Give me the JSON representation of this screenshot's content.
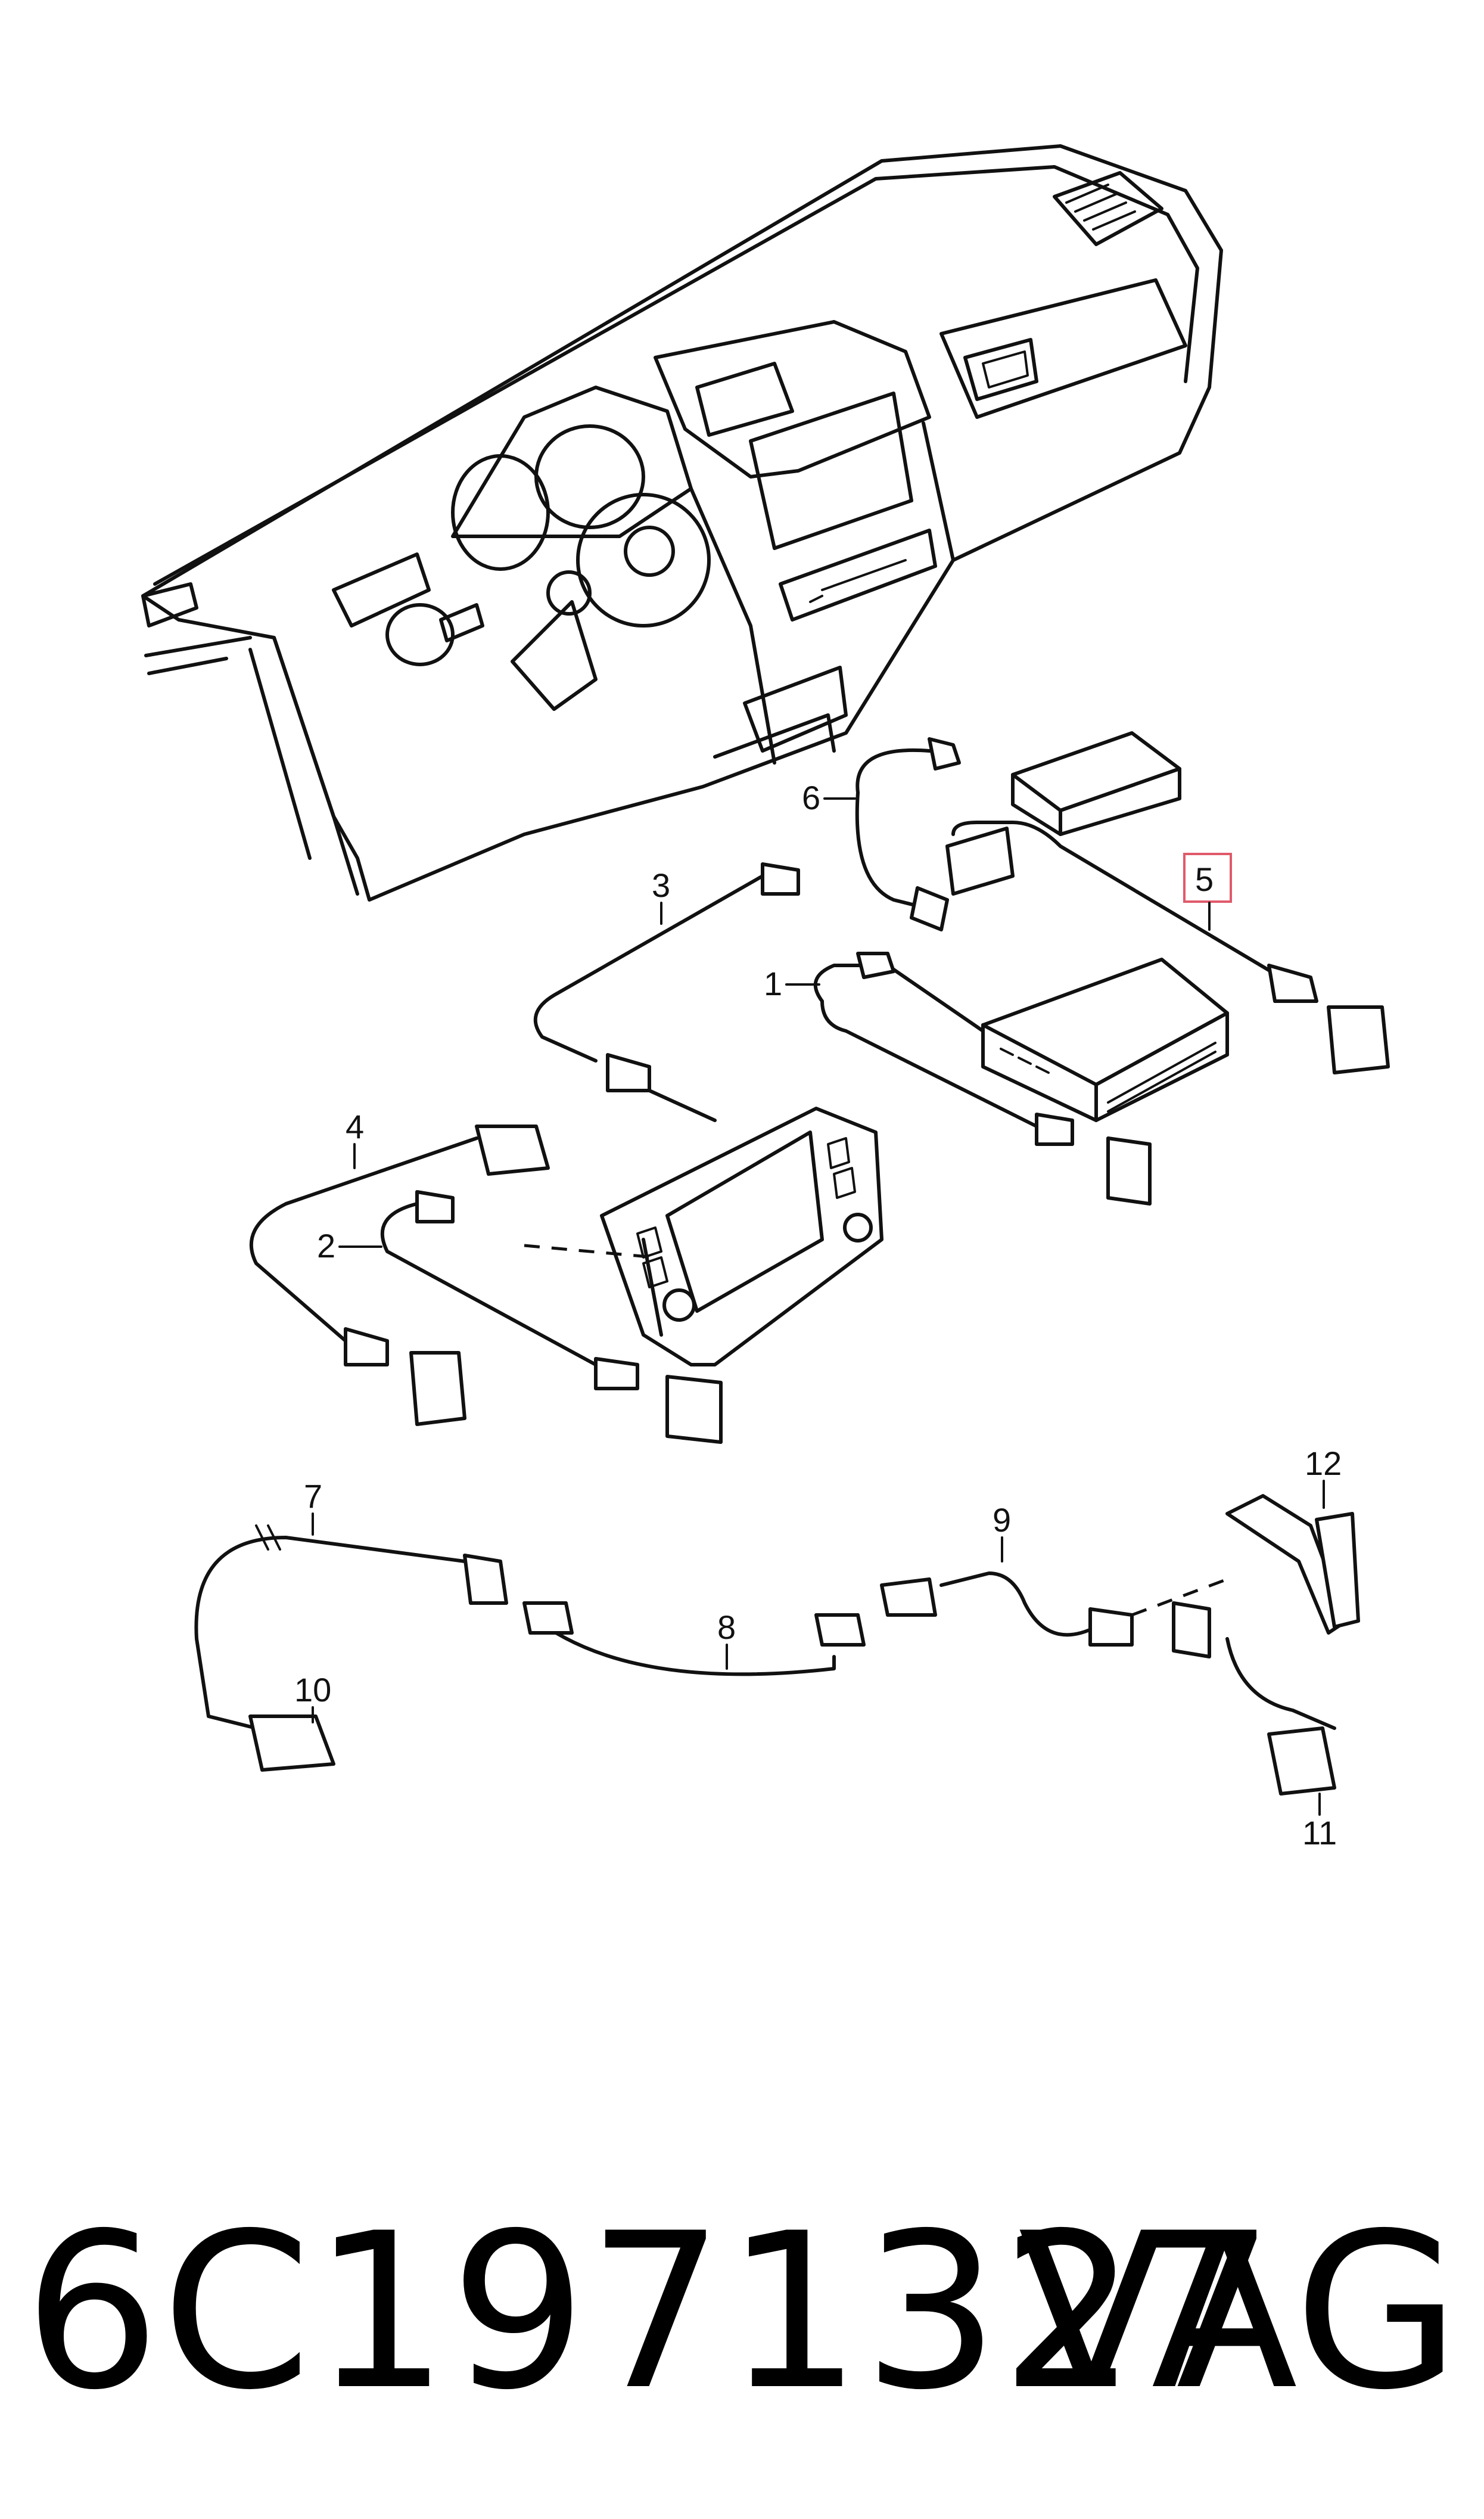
{
  "callouts": {
    "c1": "1",
    "c2": "2",
    "c3": "3",
    "c4": "4",
    "c5": "5",
    "c6": "6",
    "c7": "7",
    "c8": "8",
    "c9": "9",
    "c10": "10",
    "c11": "11",
    "c12": "12"
  },
  "highlight_color": "#e05a6a",
  "part_number": "6C1971327",
  "brand": "VAG"
}
